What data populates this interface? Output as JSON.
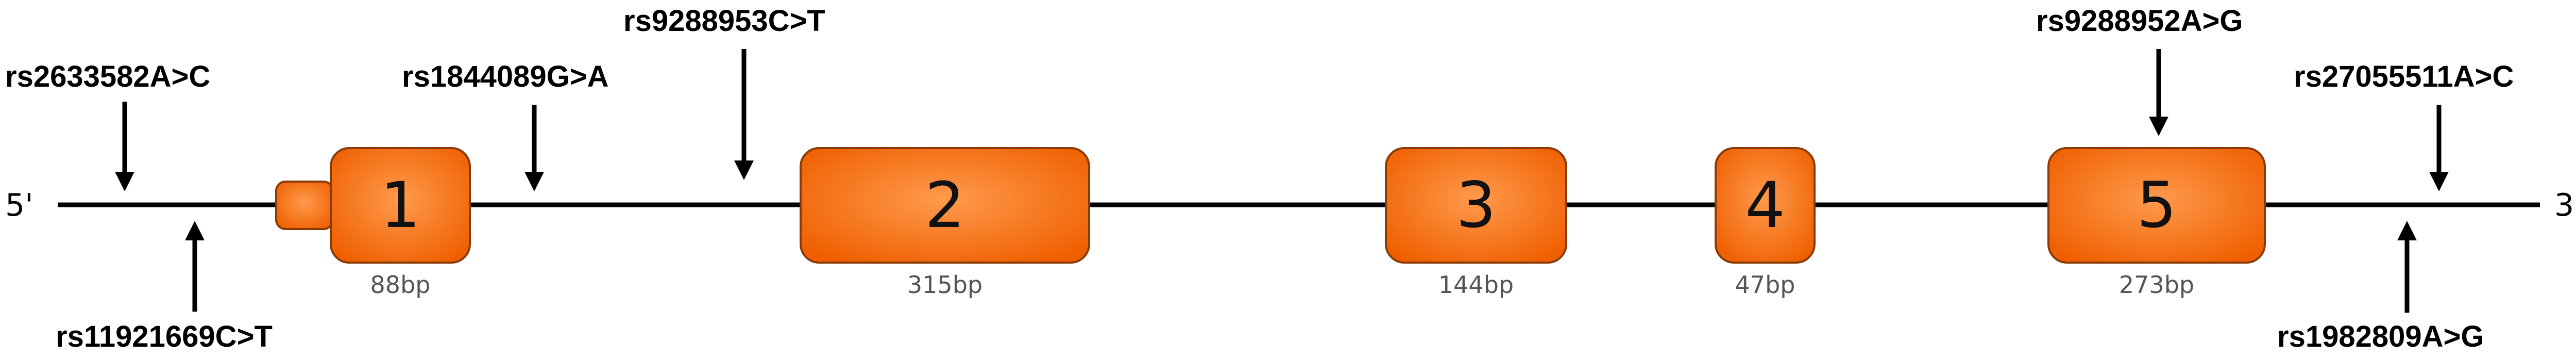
{
  "gene": {
    "five_prime": "5'",
    "three_prime": "3'",
    "exons": [
      {
        "number": "1",
        "size": "88bp"
      },
      {
        "number": "2",
        "size": "315bp"
      },
      {
        "number": "3",
        "size": "144bp"
      },
      {
        "number": "4",
        "size": "47bp"
      },
      {
        "number": "5",
        "size": "273bp"
      }
    ],
    "snps": [
      {
        "id": "rs2633582A>C",
        "side": "above"
      },
      {
        "id": "rs11921669C>T",
        "side": "below"
      },
      {
        "id": "rs1844089G>A",
        "side": "above"
      },
      {
        "id": "rs9288953C>T",
        "side": "above"
      },
      {
        "id": "rs9288952A>G",
        "side": "above"
      },
      {
        "id": "rs27055511A>C",
        "side": "above"
      },
      {
        "id": "rs1982809A>G",
        "side": "below"
      }
    ]
  },
  "colors": {
    "exon_fill": "#f26a0c",
    "exon_highlight": "#ff9a4d",
    "exon_stroke": "#8a3a05",
    "line": "#000000"
  }
}
